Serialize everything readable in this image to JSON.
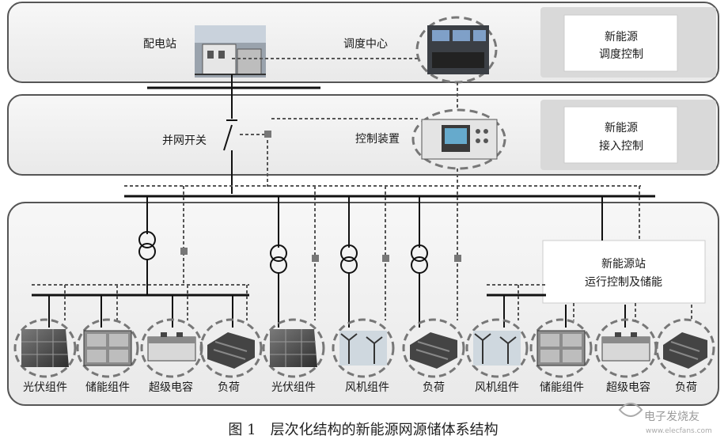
{
  "diagram": {
    "top_tier": {
      "substation_label": "配电站",
      "dispatch_label": "调度中心",
      "control_box": [
        "新能源",
        "调度控制"
      ]
    },
    "middle_tier": {
      "switch_label": "并网开关",
      "device_label": "控制装置",
      "control_box": [
        "新能源",
        "接入控制"
      ]
    },
    "bottom_tier": {
      "control_box": [
        "新能源站",
        "运行控制及储能"
      ],
      "components": [
        "光伏组件",
        "储能组件",
        "超级电容",
        "负荷",
        "光伏组件",
        "风机组件",
        "负荷",
        "风机组件",
        "储能组件",
        "超级电容",
        "负荷"
      ]
    }
  },
  "caption": "图 1　层次化结构的新能源网源储体系结构",
  "watermark": {
    "text": "电子发烧友",
    "url": "www.elecfans.com"
  }
}
